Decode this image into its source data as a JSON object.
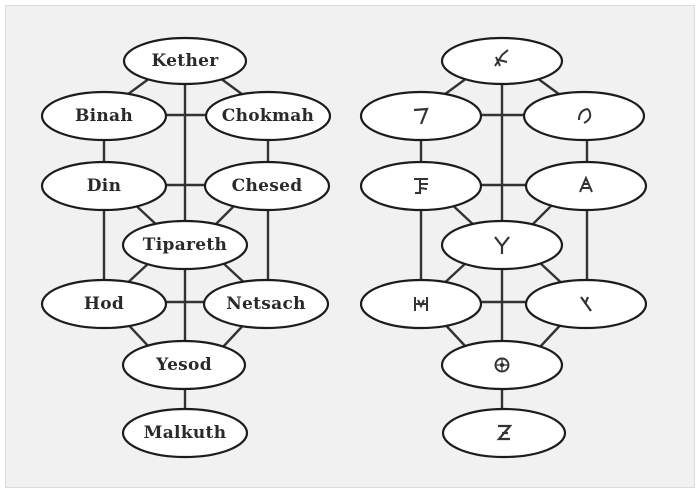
{
  "left_tree": {
    "nodes": {
      "kether": "Kether",
      "binah": "Binah",
      "chokmah": "Chokmah",
      "din": "Din",
      "chesed": "Chesed",
      "tipareth": "Tipareth",
      "hod": "Hod",
      "netsach": "Netsach",
      "yesod": "Yesod",
      "malkuth": "Malkuth"
    }
  },
  "right_tree": {
    "glyph_icons": {
      "kether": "script-glyph-icon",
      "binah": "script-glyph-icon",
      "chokmah": "script-glyph-icon",
      "din": "script-glyph-icon",
      "chesed": "script-glyph-icon",
      "tipareth": "script-glyph-icon",
      "hod": "script-glyph-icon",
      "netsach": "script-glyph-icon",
      "yesod": "script-glyph-icon",
      "malkuth": "script-glyph-icon"
    }
  }
}
